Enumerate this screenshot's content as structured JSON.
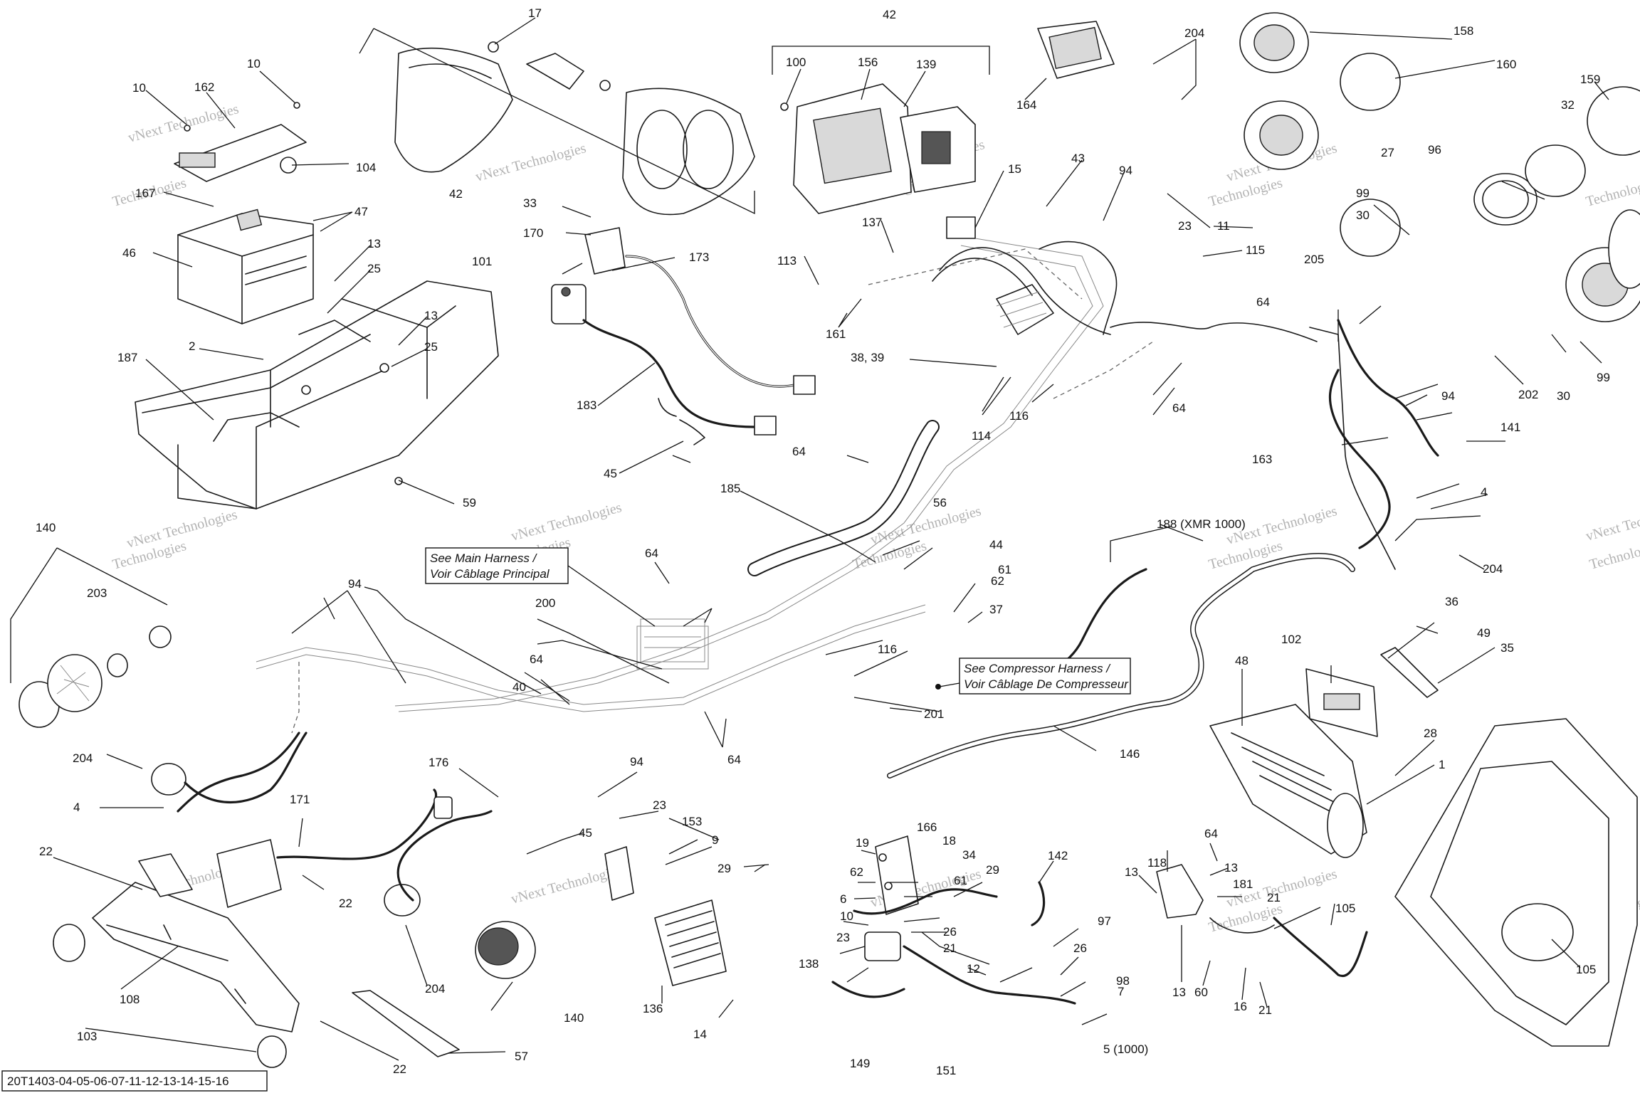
{
  "diagram_ref": "20T1403-04-05-06-07-11-12-13-14-15-16",
  "watermark_line1": "vNext Technologies",
  "watermark_line2": "Technologies",
  "notes": {
    "main_harness_line1": "See Main Harness /",
    "main_harness_line2": "Voir Câblage Principal",
    "compressor_line1": "See Compressor Harness /",
    "compressor_line2": "Voir Câblage De Compresseur"
  },
  "callouts": [
    "17",
    "42",
    "100",
    "156",
    "139",
    "164",
    "204",
    "158",
    "160",
    "159",
    "10",
    "162",
    "10",
    "104",
    "167",
    "47",
    "46",
    "13",
    "25",
    "13",
    "25",
    "2",
    "187",
    "59",
    "33",
    "170",
    "173",
    "101",
    "183",
    "45",
    "42",
    "15",
    "43",
    "94",
    "23",
    "11",
    "115",
    "137",
    "113",
    "161",
    "38, 39",
    "114",
    "116",
    "64",
    "27",
    "96",
    "99",
    "30",
    "205",
    "32",
    "64",
    "94",
    "202",
    "30",
    "99",
    "141",
    "163",
    "4",
    "204",
    "185",
    "64",
    "56",
    "44",
    "61",
    "62",
    "37",
    "188 (XMR 1000)",
    "140",
    "203",
    "94",
    "204",
    "4",
    "200",
    "64",
    "40",
    "116",
    "201",
    "146",
    "64",
    "64",
    "176",
    "94",
    "45",
    "23",
    "153",
    "9",
    "29",
    "171",
    "22",
    "22",
    "108",
    "103",
    "22",
    "204",
    "140",
    "57",
    "136",
    "14",
    "19",
    "62",
    "6",
    "10",
    "23",
    "138",
    "166",
    "18",
    "34",
    "61",
    "29",
    "26",
    "21",
    "12",
    "142",
    "97",
    "26",
    "98",
    "7",
    "5 (1000)",
    "149",
    "151",
    "102",
    "49",
    "35",
    "36",
    "48",
    "28",
    "1",
    "118",
    "64",
    "13",
    "13",
    "181",
    "21",
    "105",
    "13",
    "60",
    "16",
    "21",
    "105"
  ]
}
